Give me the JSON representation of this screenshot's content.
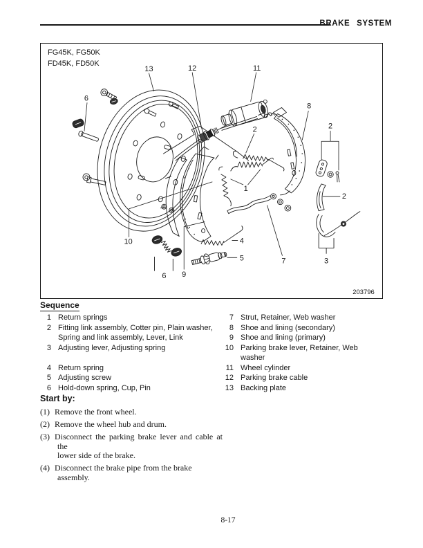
{
  "header": {
    "title": "BRAKE SYSTEM"
  },
  "figure": {
    "models": [
      "FG45K, FG50K",
      "FD45K, FD50K"
    ],
    "figure_number": "203796",
    "callouts": [
      "13",
      "12",
      "11",
      "6",
      "8",
      "2",
      "2",
      "1",
      "2",
      "10",
      "6",
      "9",
      "4",
      "5",
      "7",
      "3"
    ]
  },
  "sequence": {
    "heading": "Sequence",
    "rows": [
      {
        "ln": "1",
        "lt": "Return springs",
        "rn": "7",
        "rt": "Strut, Retainer, Web washer"
      },
      {
        "ln": "2",
        "lt": "Fitting link assembly, Cotter pin, Plain washer,",
        "rn": "8",
        "rt": "Shoe and lining (secondary)"
      },
      {
        "ln": "",
        "lt": "Spring and link assembly, Lever, Link",
        "rn": "9",
        "rt": "Shoe and lining (primary)"
      },
      {
        "ln": "3",
        "lt": "Adjusting lever, Adjusting spring",
        "rn": "10",
        "rt": "Parking brake lever, Retainer, Web washer"
      },
      {
        "ln": "4",
        "lt": "Return spring",
        "rn": "11",
        "rt": "Wheel cylinder"
      },
      {
        "ln": "5",
        "lt": "Adjusting screw",
        "rn": "12",
        "rt": "Parking brake cable"
      },
      {
        "ln": "6",
        "lt": "Hold-down spring, Cup, Pin",
        "rn": "13",
        "rt": "Backing plate"
      }
    ]
  },
  "start_by": {
    "heading": "Start by:",
    "steps": [
      {
        "num": "(1)",
        "text": "Remove the front wheel."
      },
      {
        "num": "(2)",
        "text": "Remove the wheel hub and drum."
      },
      {
        "num": "(3)",
        "text": "Disconnect the parking brake lever and cable at the",
        "text2": "lower side of the brake."
      },
      {
        "num": "(4)",
        "text": "Disconnect the brake pipe from the brake assembly."
      }
    ]
  },
  "page_number": "8-17"
}
